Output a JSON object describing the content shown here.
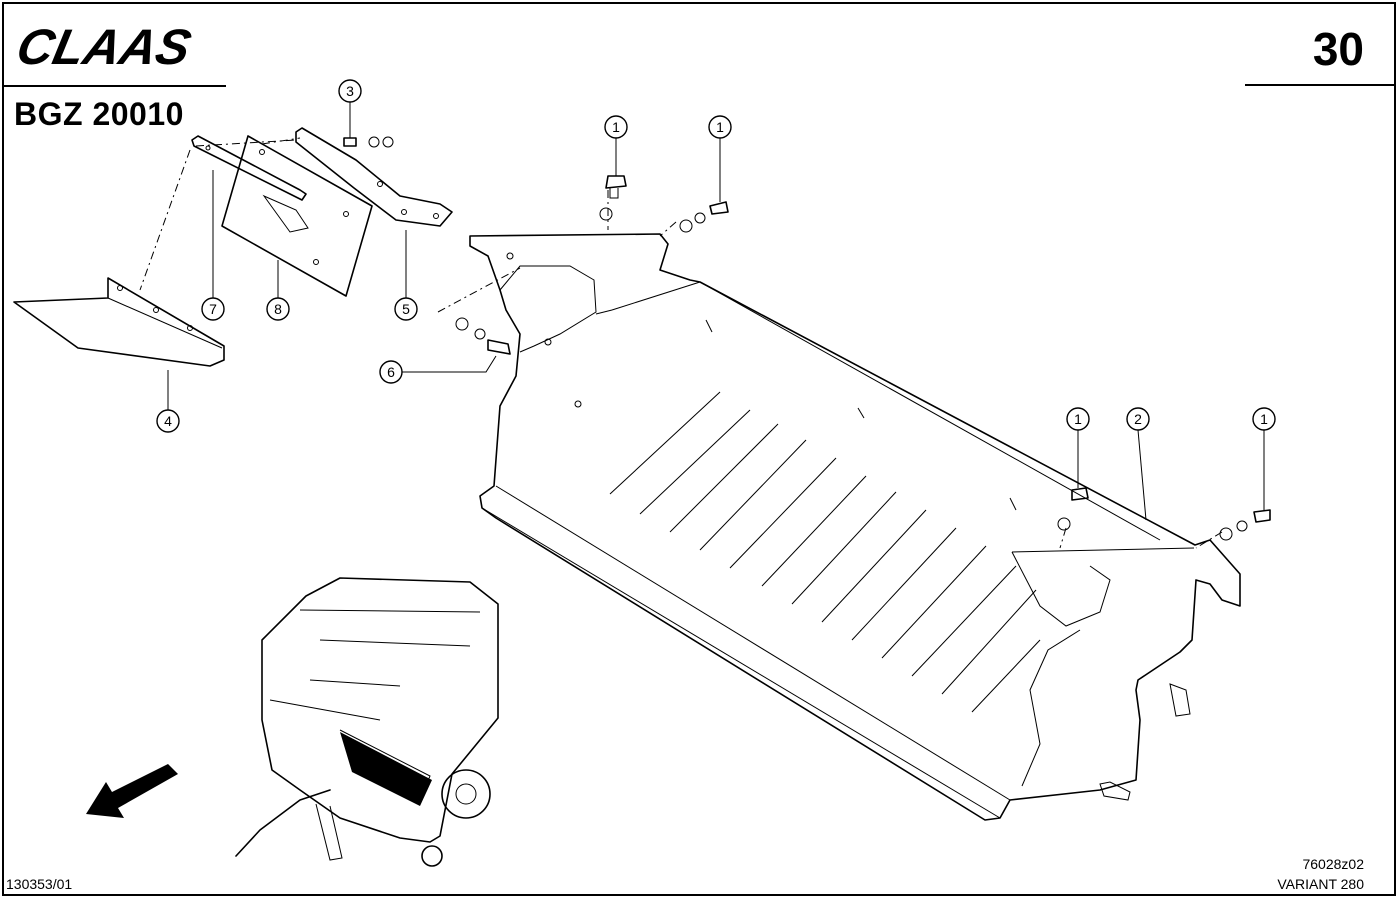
{
  "header": {
    "brand": "CLAAS",
    "group_code": "BGZ 20010",
    "page_number": "30"
  },
  "footer": {
    "doc_number": "130353/01",
    "drawing_id": "76028z02",
    "variant": "VARIANT 280"
  },
  "callouts": {
    "c1a": "1",
    "c1b": "1",
    "c1c": "1",
    "c1d": "1",
    "c2": "2",
    "c3": "3",
    "c4": "4",
    "c5": "5",
    "c6": "6",
    "c7": "7",
    "c8": "8"
  },
  "colors": {
    "line": "#000000",
    "background": "#ffffff"
  }
}
